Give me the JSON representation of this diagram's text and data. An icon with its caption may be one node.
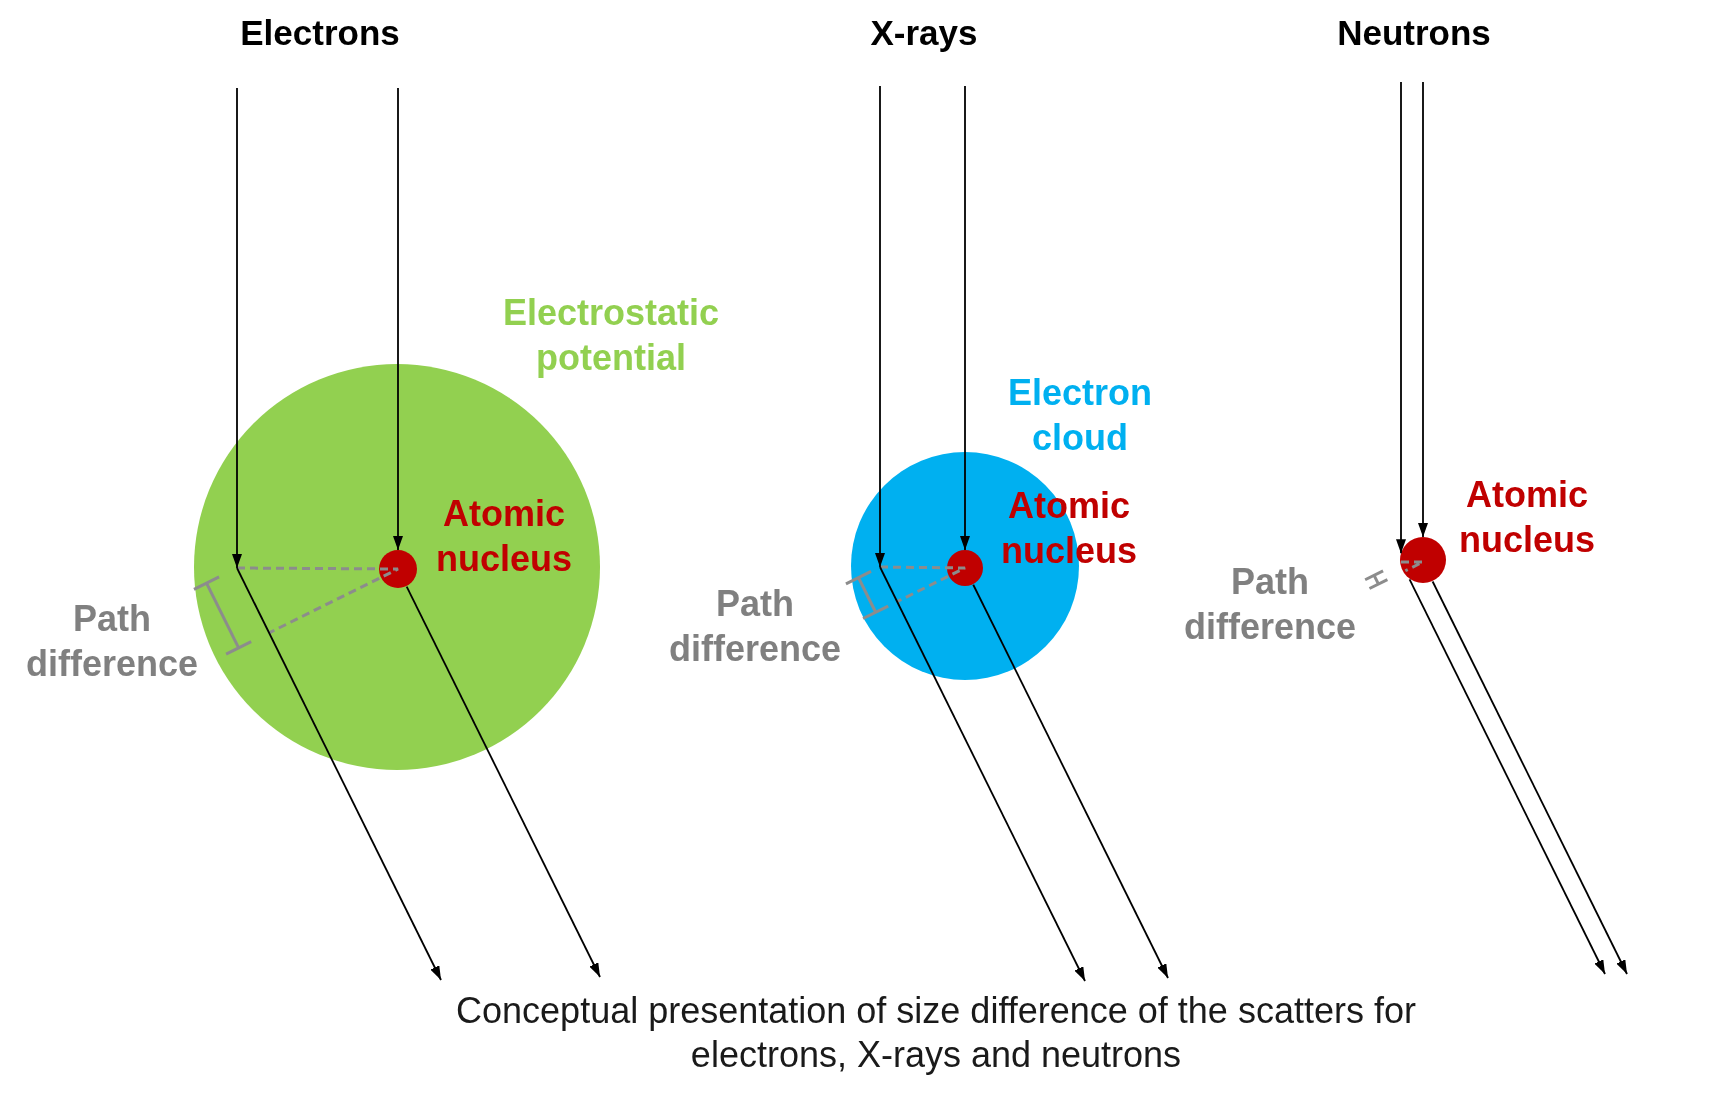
{
  "diagram": {
    "caption": "Conceptual presentation of size difference of the scatters for electrons, X-rays and neutrons",
    "nodes": [
      {
        "text": [],
        "shape": "circle",
        "beside": [
          "Electrostatic potential"
        ]
      },
      {
        "text": [],
        "shape": "circle",
        "beside": [
          "Atomic nucleus"
        ],
        "in": 0
      },
      {
        "text": [],
        "shape": "circle",
        "beside": [
          "Electron cloud"
        ]
      },
      {
        "text": [],
        "shape": "circle",
        "beside": [
          "Atomic nucleus"
        ],
        "in": 2
      },
      {
        "text": [],
        "shape": "circle",
        "beside": [
          "Atomic nucleus"
        ]
      }
    ],
    "edges": [
      {
        "from": null,
        "to": 0,
        "arrow": "to"
      },
      {
        "from": 0,
        "to": null,
        "arrow": "to"
      },
      {
        "from": null,
        "to": 1,
        "arrow": "to"
      },
      {
        "from": 1,
        "to": null,
        "arrow": "to"
      },
      {
        "from": null,
        "to": 2,
        "arrow": "to"
      },
      {
        "from": 2,
        "to": null,
        "arrow": "to"
      },
      {
        "from": null,
        "to": 3,
        "arrow": "to"
      },
      {
        "from": 3,
        "to": null,
        "arrow": "to"
      },
      {
        "from": null,
        "to": 4,
        "arrow": "to"
      },
      {
        "from": 4,
        "to": null,
        "arrow": "to"
      },
      {
        "from": null,
        "to": 4,
        "arrow": "to"
      },
      {
        "from": 4,
        "to": null,
        "arrow": "to"
      }
    ],
    "labels": [
      "Electrons",
      "X-rays",
      "Neutrons",
      "Path difference",
      "Path difference",
      "Path difference"
    ]
  }
}
